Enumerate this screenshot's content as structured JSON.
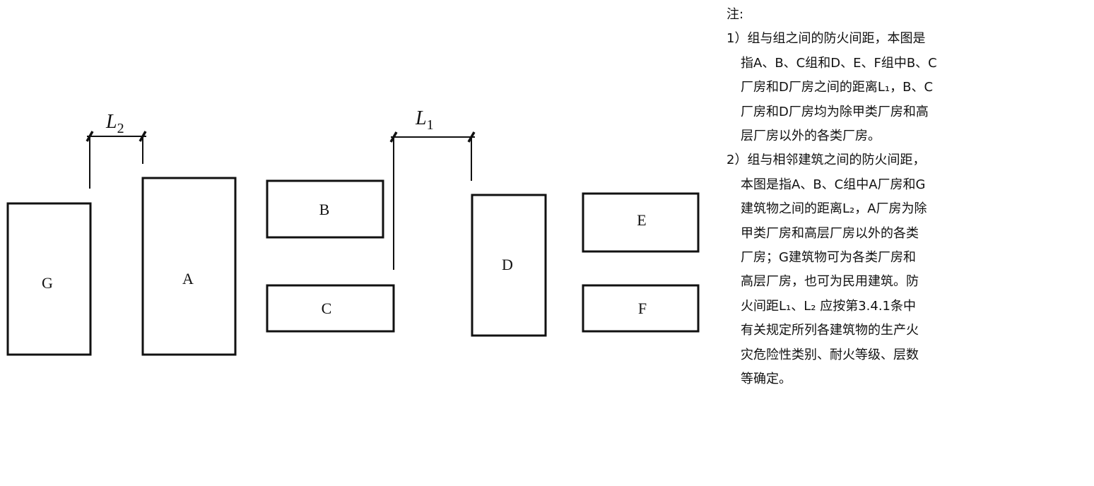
{
  "buildings": [
    {
      "id": "G",
      "label": "G"
    },
    {
      "id": "A",
      "label": "A"
    },
    {
      "id": "B",
      "label": "B"
    },
    {
      "id": "C",
      "label": "C"
    },
    {
      "id": "D",
      "label": "D"
    },
    {
      "id": "E",
      "label": "E"
    },
    {
      "id": "F",
      "label": "F"
    }
  ],
  "dimensions": {
    "l2": {
      "symbol": "L",
      "subscript": "2"
    },
    "l1": {
      "symbol": "L",
      "subscript": "1"
    }
  },
  "notes": {
    "title": "注:",
    "lines": [
      "1）组与组之间的防火间距，本图是",
      "指A、B、C组和D、E、F组中B、C",
      "厂房和D厂房之间的距离L₁，B、C",
      "厂房和D厂房均为除甲类厂房和高",
      "层厂房以外的各类厂房。",
      "2）组与相邻建筑之间的防火间距，",
      "本图是指A、B、C组中A厂房和G",
      "建筑物之间的距离L₂，A厂房为除",
      "甲类厂房和高层厂房以外的各类",
      "厂房；G建筑物可为各类厂房和",
      "高层厂房，也可为民用建筑。防",
      "火间距L₁、L₂ 应按第3.4.1条中",
      "有关规定所列各建筑物的生产火",
      "灾危险性类别、耐火等级、层数",
      "等确定。"
    ]
  }
}
